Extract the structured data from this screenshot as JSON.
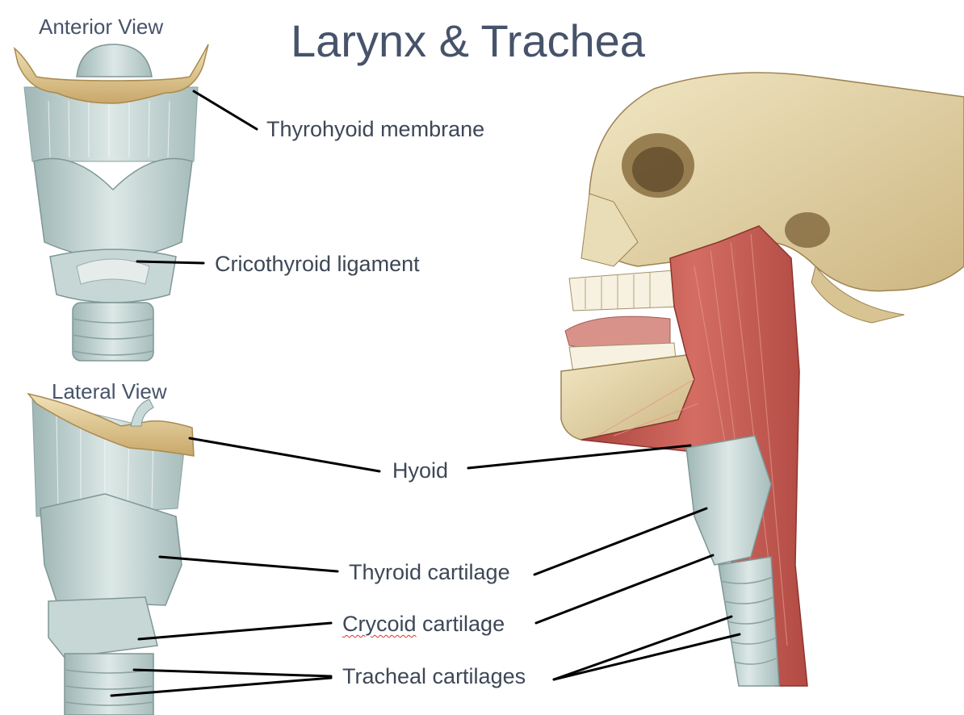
{
  "title": "Larynx & Trachea",
  "views": {
    "anterior": "Anterior View",
    "lateral": "Lateral View"
  },
  "labels": {
    "thyrohyoid_membrane": "Thyrohyoid membrane",
    "cricothyroid_ligament": "Cricothyroid ligament",
    "hyoid": "Hyoid",
    "thyroid_cartilage": "Thyroid cartilage",
    "crycoid_cartilage_word": "Crycoid",
    "crycoid_cartilage_rest": " cartilage",
    "tracheal_cartilages": "Tracheal cartilages"
  },
  "colors": {
    "cartilage": "#c9dad8",
    "bone": "#e3cf9a",
    "muscle": "#c0584f",
    "skull": "#e8dcb4",
    "leader": "#000000",
    "spellcheck": "#d9342b"
  }
}
